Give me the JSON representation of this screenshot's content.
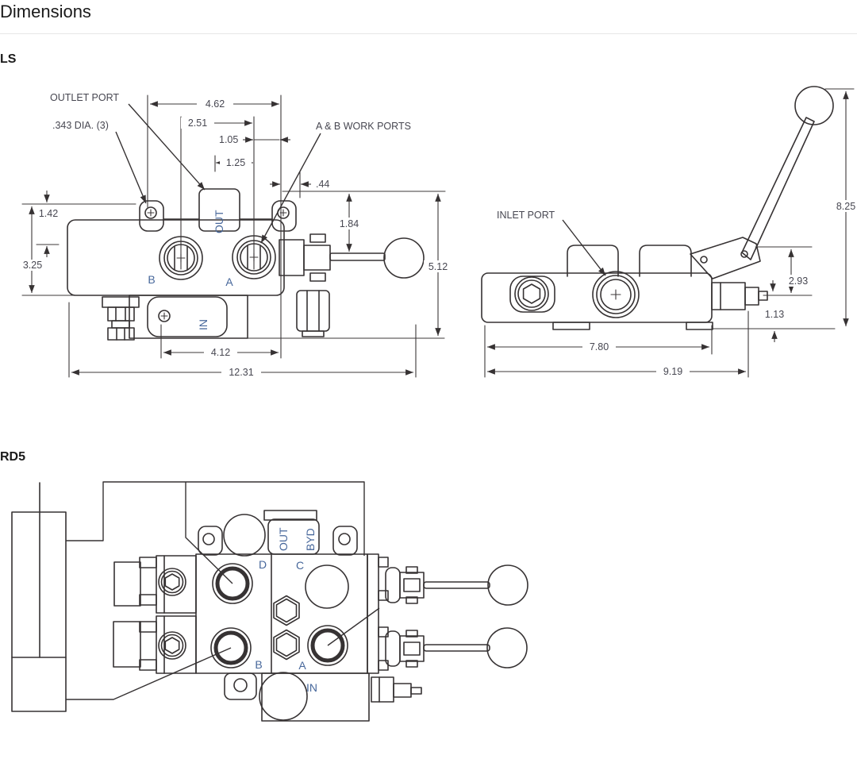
{
  "page": {
    "title": "Dimensions"
  },
  "sections": {
    "ls": {
      "heading": "LS",
      "callouts": {
        "outlet_port": "OUTLET PORT",
        "dia": ".343 DIA. (3)",
        "work_ports": "A & B WORK PORTS",
        "inlet_port": "INLET PORT"
      },
      "side_view": {
        "ports": {
          "out": "OUT",
          "b": "B",
          "a": "A",
          "in": "IN"
        },
        "dims": {
          "top_width": "4.62",
          "port_span": "2.51",
          "port_face": "1.05",
          "plateau": "1.25",
          "spool_face": ".44",
          "ear_drop": "1.42",
          "body_height": "3.25",
          "handle_drop": "1.84",
          "overall_height": "5.12",
          "mount_span": "4.12",
          "overall_length": "12.31"
        }
      },
      "end_view": {
        "dims": {
          "handle_height": "8.25",
          "pivot_drop": "2.93",
          "base_height": "1.13",
          "mount_span": "7.80",
          "overall_length": "9.19"
        }
      }
    },
    "rd5": {
      "heading": "RD5",
      "ports": {
        "out": "OUT",
        "byd": "BYD",
        "d": "D",
        "c": "C",
        "b": "B",
        "a": "A",
        "in": "IN"
      }
    }
  },
  "colors": {
    "line": "#363233",
    "port_label": "#47679b",
    "dim_text": "#474751",
    "divider": "#e7e7e7"
  }
}
